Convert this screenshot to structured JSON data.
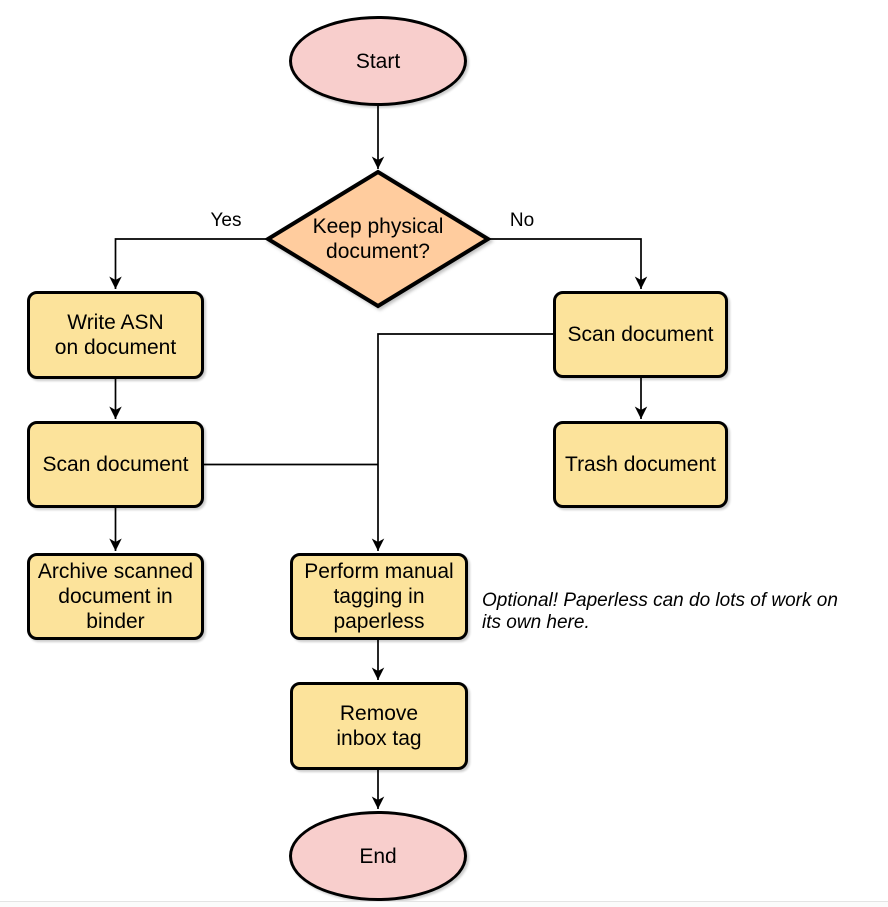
{
  "colors": {
    "background": "#FFFFFF",
    "terminal_fill": "#F8CECC",
    "decision_fill": "#FFCC9E",
    "process_fill": "#FCE39B",
    "stroke": "#000000"
  },
  "nodes": {
    "start": {
      "label": "Start",
      "shape": "ellipse"
    },
    "decision": {
      "label": "Keep physical\ndocument?",
      "shape": "diamond"
    },
    "write_asn": {
      "label": "Write ASN\non document",
      "shape": "process"
    },
    "scan_left": {
      "label": "Scan document",
      "shape": "process"
    },
    "archive": {
      "label": "Archive scanned\ndocument in\nbinder",
      "shape": "process"
    },
    "scan_right": {
      "label": "Scan document",
      "shape": "process"
    },
    "trash": {
      "label": "Trash document",
      "shape": "process"
    },
    "tagging": {
      "label": "Perform manual\ntagging in\npaperless",
      "shape": "process"
    },
    "remove_inbox": {
      "label": "Remove\ninbox tag",
      "shape": "process"
    },
    "end": {
      "label": "End",
      "shape": "ellipse"
    }
  },
  "edges": [
    {
      "from": "start",
      "to": "decision",
      "label": ""
    },
    {
      "from": "decision",
      "to": "write_asn",
      "label": "Yes"
    },
    {
      "from": "decision",
      "to": "scan_right",
      "label": "No"
    },
    {
      "from": "write_asn",
      "to": "scan_left",
      "label": ""
    },
    {
      "from": "scan_left",
      "to": "archive",
      "label": ""
    },
    {
      "from": "scan_left",
      "to": "tagging",
      "label": ""
    },
    {
      "from": "scan_right",
      "to": "trash",
      "label": ""
    },
    {
      "from": "scan_right",
      "to": "tagging",
      "label": ""
    },
    {
      "from": "tagging",
      "to": "remove_inbox",
      "label": ""
    },
    {
      "from": "remove_inbox",
      "to": "end",
      "label": ""
    }
  ],
  "annotation": {
    "text": "Optional! Paperless can do lots of work on\nits own here."
  }
}
